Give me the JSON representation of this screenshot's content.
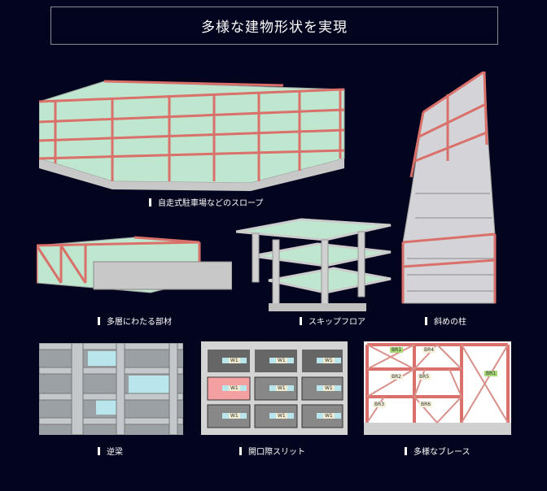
{
  "title": "多様な建物形状を実現",
  "colors": {
    "background": "#03041e",
    "beam": "#d9706a",
    "floor": "#a8e0c0",
    "concrete": "#c8c8c8"
  },
  "figures": [
    {
      "id": "slope",
      "caption": "自走式駐車場などのスロープ"
    },
    {
      "id": "multi-layer",
      "caption": "多層にわたる部材"
    },
    {
      "id": "skip-floor",
      "caption": "スキップフロア"
    },
    {
      "id": "diagonal-column",
      "caption": "斜めの柱"
    },
    {
      "id": "reverse-beam",
      "caption": "逆梁"
    },
    {
      "id": "opening-slit",
      "caption": "開口際スリット",
      "labels": [
        "W1",
        "W1",
        "W1",
        "W1",
        "W1",
        "W1",
        "W1",
        "W1",
        "W1"
      ]
    },
    {
      "id": "brace",
      "caption": "多様なブレース",
      "labels": [
        "BR1",
        "BR4",
        "BR2",
        "BR5",
        "BR3",
        "BR6",
        "BR1"
      ]
    }
  ]
}
